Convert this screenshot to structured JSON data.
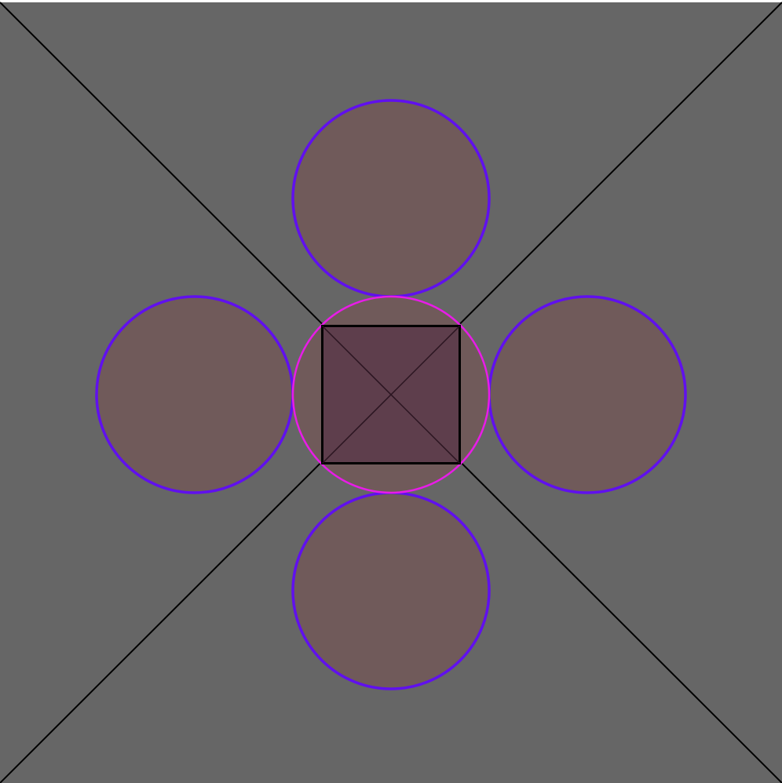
{
  "colors": {
    "background": "#666666",
    "top_strip": "#ffffff",
    "diagonal_line": "#000000",
    "outer_circle_fill": "#705a5a",
    "outer_circle_stroke": "#6010ee",
    "center_circle_fill": "#705a5a",
    "center_circle_stroke": "#e81ce8",
    "square_fill": "#5e3e4c",
    "square_stroke": "#000000"
  },
  "shapes": {
    "outer_circles": [
      {
        "name": "top-circle"
      },
      {
        "name": "left-circle"
      },
      {
        "name": "right-circle"
      },
      {
        "name": "bottom-circle"
      }
    ],
    "center_circle": {
      "name": "center-circle"
    },
    "center_square": {
      "name": "center-square"
    }
  }
}
